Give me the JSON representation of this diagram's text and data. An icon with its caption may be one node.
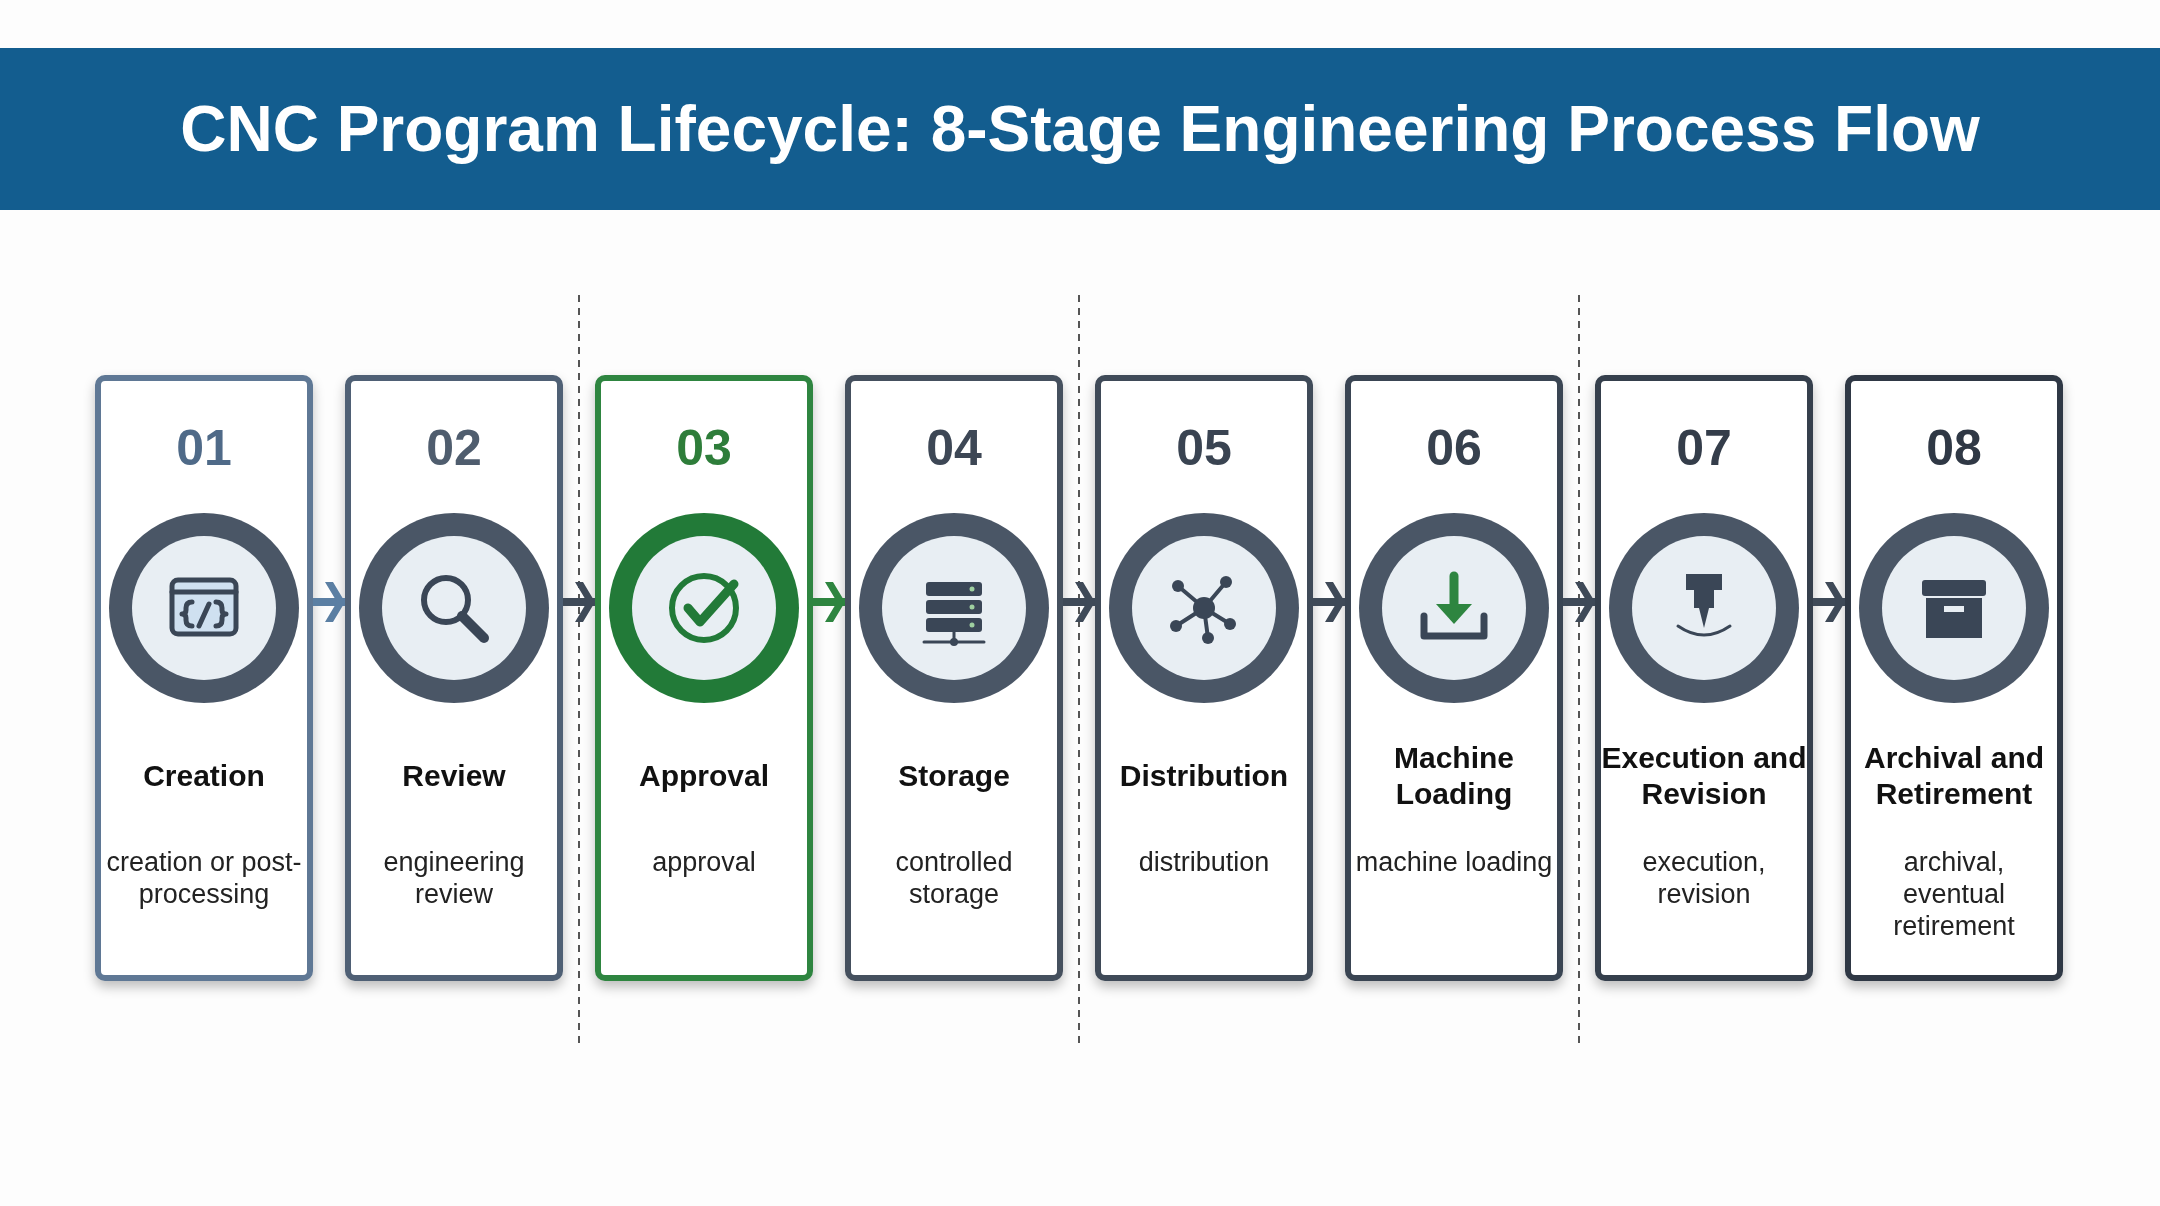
{
  "diagram": {
    "title": "CNC Program Lifecycle: 8-Stage Engineering Process Flow",
    "nodes": [
      {
        "text": [
          "01",
          "Creation",
          "creation or post-processing"
        ]
      },
      {
        "text": [
          "02",
          "Review",
          "engineering review"
        ]
      },
      {
        "text": [
          "03",
          "Approval",
          "approval"
        ]
      },
      {
        "text": [
          "04",
          "Storage",
          "controlled storage"
        ]
      },
      {
        "text": [
          "05",
          "Distribution",
          "distribution"
        ]
      },
      {
        "text": [
          "06",
          "Machine Loading",
          "machine loading"
        ]
      },
      {
        "text": [
          "07",
          "Execution and Revision",
          "execution, revision"
        ]
      },
      {
        "text": [
          "08",
          "Archival and Retirement",
          "archival, eventual retirement"
        ]
      }
    ],
    "edges": [
      {
        "from": 0,
        "to": 1,
        "arrow": "to",
        "color": "#5b7fa3"
      },
      {
        "from": 1,
        "to": 2,
        "arrow": "to"
      },
      {
        "from": 2,
        "to": 3,
        "arrow": "to",
        "color": "#2e8540"
      },
      {
        "from": 3,
        "to": 4,
        "arrow": "to"
      },
      {
        "from": 4,
        "to": 5,
        "arrow": "to"
      },
      {
        "from": 5,
        "to": 6,
        "arrow": "to"
      },
      {
        "from": 6,
        "to": 7,
        "arrow": "to"
      }
    ]
  }
}
